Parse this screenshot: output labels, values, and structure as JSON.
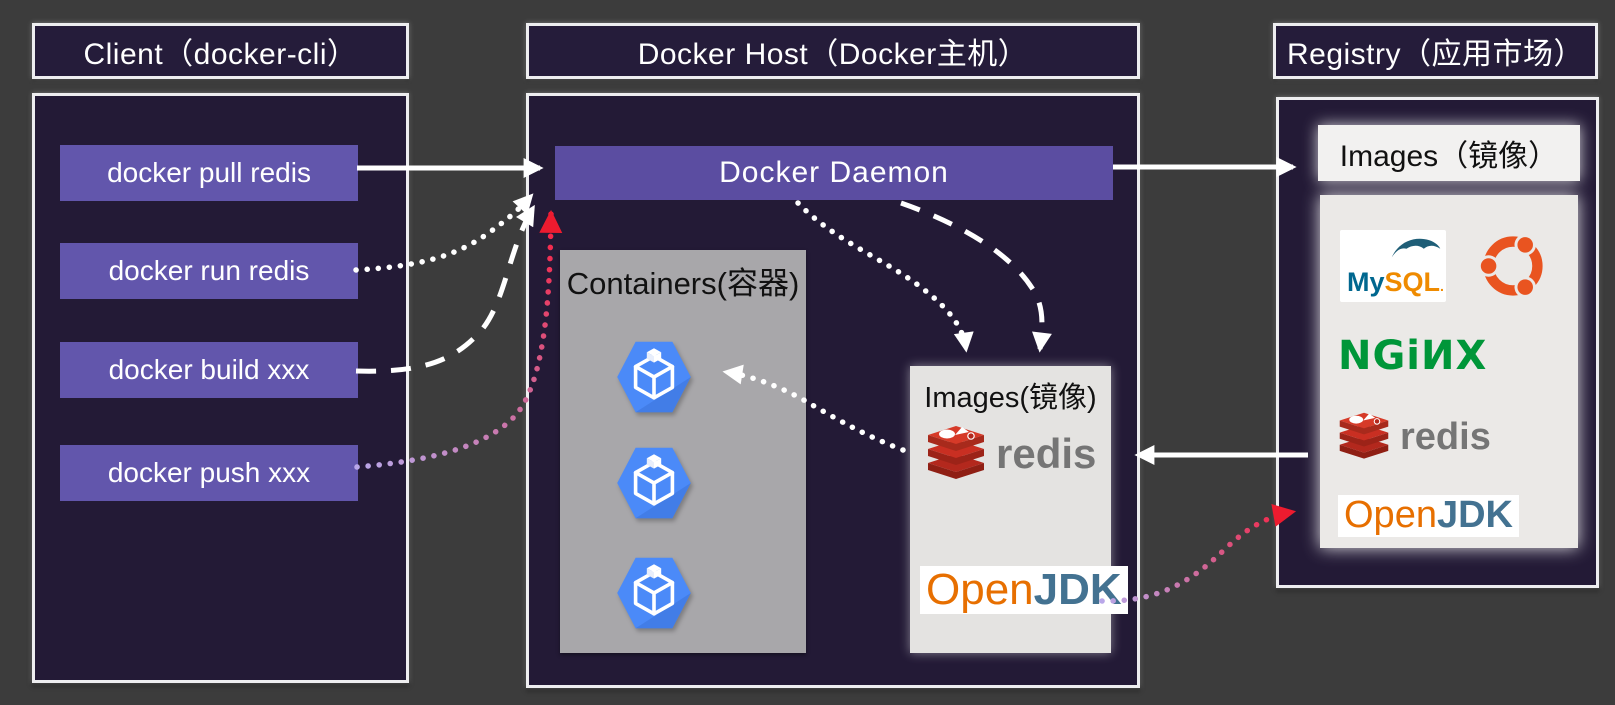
{
  "client": {
    "title": "Client（docker-cli）",
    "commands": [
      {
        "label": "docker pull redis"
      },
      {
        "label": "docker run redis"
      },
      {
        "label": "docker build xxx"
      },
      {
        "label": "docker push xxx"
      }
    ]
  },
  "host": {
    "title": "Docker Host（Docker主机）",
    "daemon_label": "Docker Daemon",
    "containers": {
      "title": "Containers(容器)",
      "container_count": 3
    },
    "images": {
      "title": "Images(镜像)",
      "redis_label": "redis",
      "openjdk": {
        "open": "Open",
        "jdk": "JDK"
      }
    }
  },
  "registry": {
    "title": "Registry（应用市场）",
    "images_header": "Images（镜像）",
    "logos": {
      "mysql": {
        "my": "My",
        "sql": "SQL",
        "dot": "."
      },
      "nginx": {
        "text": "NGiИX"
      },
      "redis": {
        "text": "redis"
      },
      "openjdk": {
        "open": "Open",
        "jdk": "JDK"
      }
    }
  },
  "colors": {
    "background": "#3c3c3c",
    "panel_fill": "#231a36",
    "command_purple": "#6256ac",
    "daemon_purple": "#5b4da1",
    "containers_gray": "#a8a7aa",
    "light_box": "#e4e3e1",
    "arrow_white": "#ffffff",
    "arrow_red": "#ed1b2f",
    "arrow_purple": "#b9a7e9",
    "hexagon_blue": "#4b8af8",
    "nginx_green": "#009639",
    "ubuntu_orange": "#e95420",
    "redis_red": "#c92f22",
    "mysql_blue": "#00678f",
    "mysql_orange": "#ef8b00",
    "openjdk_orange": "#e76f00",
    "openjdk_blue": "#437291"
  }
}
